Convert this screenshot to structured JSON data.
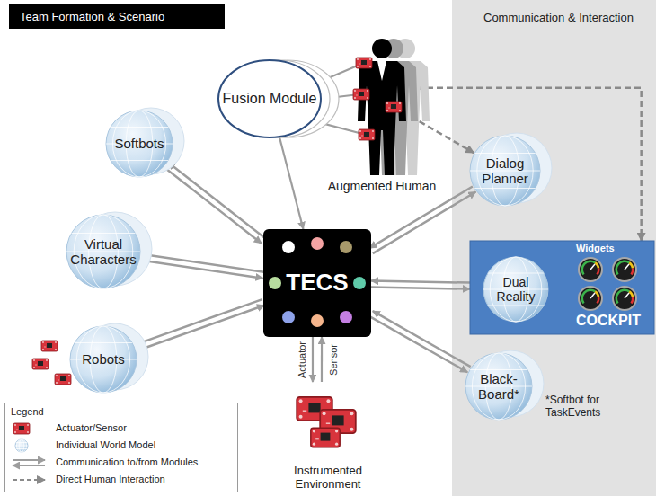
{
  "diagram": {
    "title": "Team Formation & Scenario",
    "nodes": [
      {
        "text": [
          "Fusion Module"
        ]
      },
      {
        "text": [
          "Augmented Human"
        ]
      },
      {
        "text": [
          "Softbots"
        ]
      },
      {
        "text": [
          "Dialog Planner"
        ]
      },
      {
        "text": [
          "Virtual Characters"
        ]
      },
      {
        "text": [
          "TECS"
        ]
      },
      {
        "text": [
          "Widgets",
          "COCKPIT"
        ]
      },
      {
        "text": [
          "Dual Reality"
        ],
        "in": 6
      },
      {
        "text": [
          "Robots"
        ]
      },
      {
        "text": [
          "Black-Board*"
        ]
      },
      {
        "text": [
          "Instrumented Environment"
        ]
      }
    ],
    "edges": [
      {
        "from": 1,
        "to": 0,
        "arrow": "to"
      },
      {
        "from": 1,
        "to": 0,
        "arrow": "to"
      },
      {
        "from": 1,
        "to": 0,
        "arrow": "to"
      },
      {
        "from": 0,
        "to": 5,
        "arrow": "to"
      },
      {
        "from": 1,
        "to": 3,
        "arrow": "to"
      },
      {
        "from": 1,
        "to": 6,
        "arrow": "both"
      },
      {
        "from": 2,
        "to": 5,
        "arrow": "both"
      },
      {
        "from": 4,
        "to": 5,
        "arrow": "both"
      },
      {
        "from": 8,
        "to": 5,
        "arrow": "both"
      },
      {
        "from": 3,
        "to": 5,
        "arrow": "both"
      },
      {
        "from": 5,
        "to": 6,
        "arrow": "both"
      },
      {
        "from": 9,
        "to": 5,
        "arrow": "both"
      },
      {
        "from": 5,
        "to": 10,
        "arrow": "to",
        "label": "Actuator"
      },
      {
        "from": 10,
        "to": 5,
        "arrow": "to",
        "label": "Sensor"
      }
    ],
    "labels": [
      "Communication & Interaction",
      "*Softbot for TaskEvents",
      "Legend"
    ],
    "legend": [
      {
        "text": "Actuator/Sensor"
      },
      {
        "text": "Individual World Model"
      },
      {
        "text": "Communication to/from Modules"
      },
      {
        "text": "Direct Human Interaction"
      }
    ]
  }
}
